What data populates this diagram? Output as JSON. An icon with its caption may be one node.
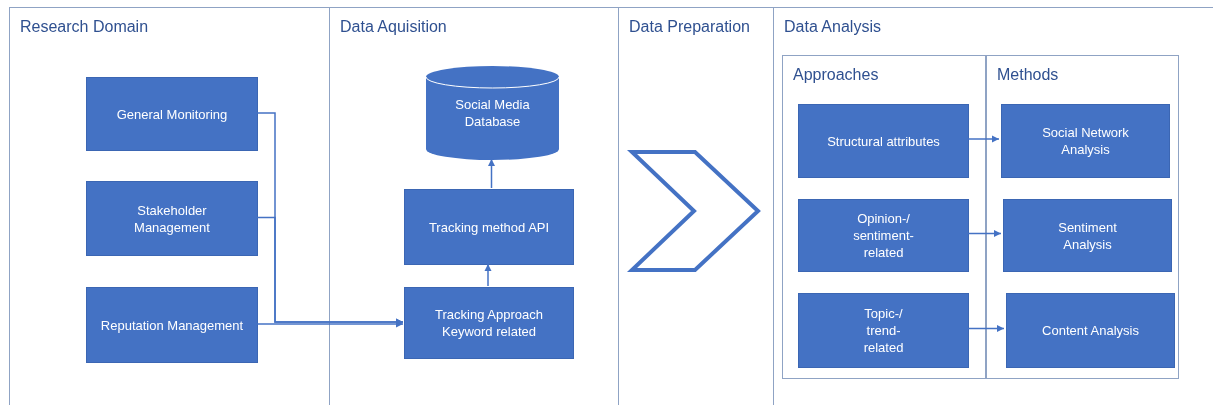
{
  "diagram": {
    "nodes": [
      {
        "text": [
          "Research Domain"
        ]
      },
      {
        "text": [
          "General Monitoring"
        ],
        "in": 0
      },
      {
        "text": [
          "Stakeholder Management"
        ],
        "in": 0
      },
      {
        "text": [
          "Reputation Management"
        ],
        "in": 0
      },
      {
        "text": [
          "Data Aquisition"
        ]
      },
      {
        "text": [
          "Social Media Database"
        ],
        "in": 4
      },
      {
        "text": [
          "Tracking method API"
        ],
        "in": 4
      },
      {
        "text": [
          "Tracking Approach Keyword related"
        ],
        "in": 4
      },
      {
        "text": [
          "Data Preparation"
        ]
      },
      {
        "text": [
          "Data Analysis"
        ]
      },
      {
        "text": [
          "Approaches"
        ],
        "in": 9
      },
      {
        "text": [
          "Methods"
        ],
        "in": 9
      },
      {
        "text": [
          "Structural attributes"
        ],
        "in": 10
      },
      {
        "text": [
          "Opinion-/ sentiment- related"
        ],
        "in": 10
      },
      {
        "text": [
          "Topic-/ trend- related"
        ],
        "in": 10
      },
      {
        "text": [
          "Social Network Analysis"
        ],
        "in": 11
      },
      {
        "text": [
          "Sentiment Analysis"
        ],
        "in": 11
      },
      {
        "text": [
          "Content Analysis"
        ],
        "in": 11
      }
    ],
    "edges": [
      {
        "from": 1,
        "to": 7,
        "arrow": "to"
      },
      {
        "from": 2,
        "to": 7,
        "arrow": "to"
      },
      {
        "from": 3,
        "to": 7,
        "arrow": "to"
      },
      {
        "from": 7,
        "to": 6,
        "arrow": "to"
      },
      {
        "from": 6,
        "to": 5,
        "arrow": "to"
      },
      {
        "from": 12,
        "to": 15,
        "arrow": "to"
      },
      {
        "from": 13,
        "to": 16,
        "arrow": "to"
      },
      {
        "from": 14,
        "to": 17,
        "arrow": "to"
      }
    ]
  }
}
